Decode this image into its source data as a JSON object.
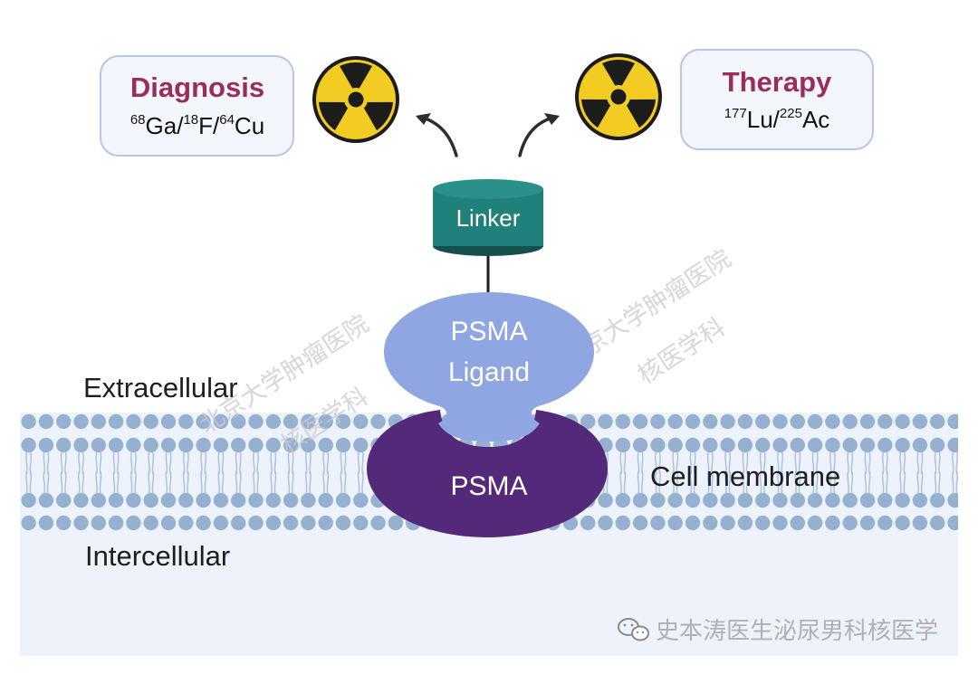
{
  "diagnosis": {
    "title": "Diagnosis",
    "isotopes": [
      {
        "mass": "68",
        "symbol": "Ga/"
      },
      {
        "mass": "18",
        "symbol": "F/"
      },
      {
        "mass": "64",
        "symbol": "Cu"
      }
    ]
  },
  "therapy": {
    "title": "Therapy",
    "isotopes": [
      {
        "mass": "177",
        "symbol": "Lu/"
      },
      {
        "mass": "225",
        "symbol": "Ac"
      }
    ]
  },
  "linker": {
    "label": "Linker"
  },
  "ligand": {
    "line1": "PSMA",
    "line2": "Ligand"
  },
  "receptor": {
    "label": "PSMA"
  },
  "regions": {
    "extracellular": "Extracellular",
    "intercellular": "Intercellular",
    "membrane": "Cell membrane"
  },
  "watermark": {
    "left_line1": "北京大学肿瘤医院",
    "left_line2": "核医学科",
    "right_line1": "北京大学肿瘤医院",
    "right_line2": "核医学科",
    "footer": "史本涛医生泌尿男科核医学"
  },
  "colors": {
    "title": "#9b2c5e",
    "box_fill": "#f3f6fd",
    "box_stroke": "#b8c4ea",
    "linker": "#20807a",
    "ligand": "#8fa6e3",
    "receptor": "#54297a",
    "membrane_head": "#96b1d0",
    "cytoplasm": "#eef2fb",
    "radiation_yellow": "#f2cc23"
  },
  "icons": [
    "radiation-icon",
    "radiation-icon",
    "arrow-icon",
    "arrow-icon",
    "wechat-icon"
  ]
}
